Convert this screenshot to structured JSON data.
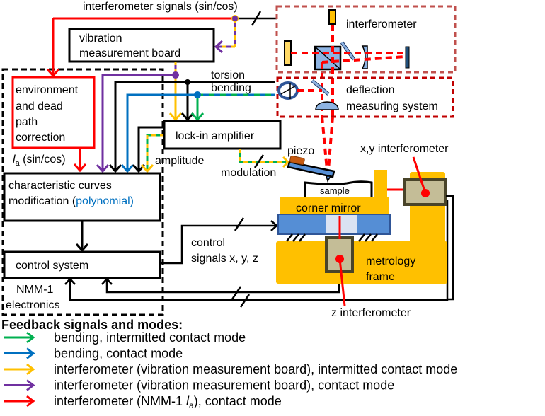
{
  "colors": {
    "green": "#00b050",
    "blue": "#0070c0",
    "yellow": "#ffc000",
    "purple": "#7030a0",
    "red": "#ff0000",
    "frame": "#ffc000",
    "stage": "#558ed5",
    "interferometer_box": "#c4bd97",
    "optics": "#8eb4e3"
  },
  "labels": {
    "interferometer_signals": "interferometer signals (sin/cos)",
    "vibration_board_1": "vibration",
    "vibration_board_2": "measurement board",
    "env_1": "environment",
    "env_2": "and dead",
    "env_3": "path",
    "env_4": "correction",
    "la_l": "l",
    "la_sub": "a",
    "la_rest": " (sin/cos)",
    "torsion": "torsion",
    "bending": "bending",
    "lockin": "lock-in amplifier",
    "amplitude": "amplitude",
    "modulation": "modulation",
    "piezo": "piezo",
    "char_1": "characteristic curves",
    "char_2a": "modification (",
    "char_2b": "polynomial",
    "char_2c": ")",
    "control_system": "control system",
    "nmm_1": "NMM-1",
    "nmm_2": "electronics",
    "control_signals_1": "control",
    "control_signals_2": "signals x, y, z",
    "interferometer": "interferometer",
    "deflection_1": "deflection",
    "deflection_2": "measuring system",
    "xy_interferometer": "x,y interferometer",
    "sample": "sample",
    "corner_mirror": "corner mirror",
    "metrology_1": "metrology",
    "metrology_2": "frame",
    "z_interferometer": "z interferometer"
  },
  "legend": {
    "title": "Feedback signals and modes:",
    "items": [
      {
        "color": "#00b050",
        "label": "bending, intermitted contact mode"
      },
      {
        "color": "#0070c0",
        "label": "bending, contact mode"
      },
      {
        "color": "#ffc000",
        "label": "interferometer (vibration measurement board), intermitted contact mode"
      },
      {
        "color": "#7030a0",
        "label": "interferometer (vibration measurement board), contact mode"
      },
      {
        "color": "#ff0000",
        "label_pre": "interferometer (NMM-1 ",
        "label_l": "l",
        "label_sub": "a",
        "label_post": "), contact mode"
      }
    ]
  }
}
